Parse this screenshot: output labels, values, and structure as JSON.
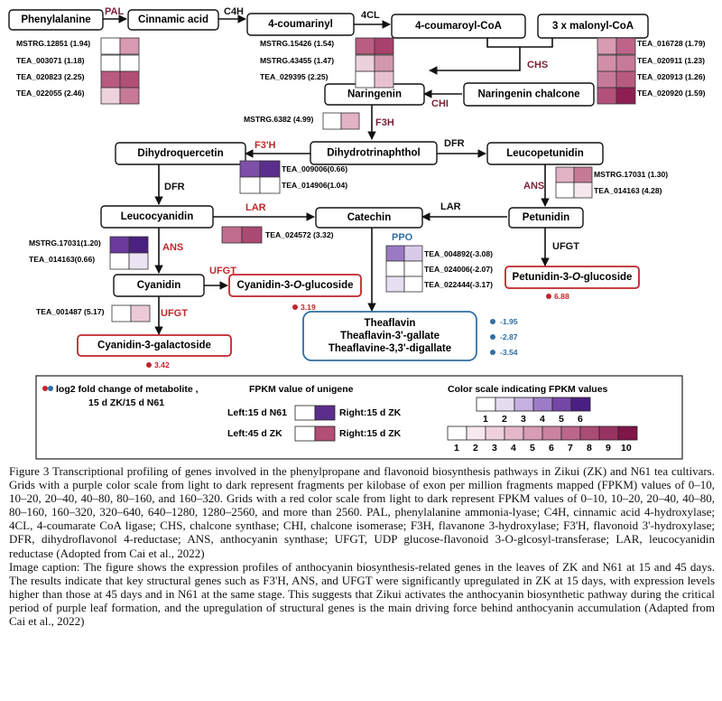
{
  "nodes": {
    "phe": "Phenylalanine",
    "cin": "Cinnamic acid",
    "cou": "4-coumarinyl",
    "coa": "4-coumaroyl-CoA",
    "mal": "3 x malonyl-CoA",
    "nar": "Naringenin",
    "chal": "Naringenin chalcone",
    "dhq": "Dihydroquercetin",
    "dht": "Dihydrotrinaphthol",
    "leucp": "Leucopetunidin",
    "leucc": "Leucocyanidin",
    "cat": "Catechin",
    "pet": "Petunidin",
    "cya": "Cyanidin",
    "cyaglc_pre": "Cyanidin-3-",
    "cyaglc_o": "O",
    "cyaglc_post": "-glucoside",
    "petglc_pre": "Petunidin-3-",
    "petglc_o": "O",
    "petglc_post": "-glucoside",
    "cyagal": "Cyanidin-3-galactoside",
    "thea1": "Theaflavin",
    "thea2": "Theaflavin-3'-gallate",
    "thea3": "Theaflavine-3,3'-digallate"
  },
  "enzymes": {
    "pal": "PAL",
    "c4h": "C4H",
    "cl4": "4CL",
    "chs": "CHS",
    "chi": "CHI",
    "f3h": "F3H",
    "f3ph": "F3'H",
    "dfr1": "DFR",
    "dfr2": "DFR",
    "ans1": "ANS",
    "ans2": "ANS",
    "lar1": "LAR",
    "lar2": "LAR",
    "ppo": "PPO",
    "ufgt1": "UFGT",
    "ufgt2": "UFGT",
    "ufgt3": "UFGT"
  },
  "genes": {
    "g1": "MSTRG.12851 (1.94)",
    "g2": "TEA_003071 (1.18)",
    "g3": "TEA_020823 (2.25)",
    "g4": "TEA_022055 (2.46)",
    "g5": "MSTRG.15426 (1.54)",
    "g6": "MSTRG.43455 (1.47)",
    "g7": "TEA_029395 (2.25)",
    "g8": "TEA_016728 (1.79)",
    "g9": "TEA_020911 (1.23)",
    "g10": "TEA_020913 (1.26)",
    "g11": "TEA_020920 (1.59)",
    "g12": "MSTRG.6382 (4.99)",
    "g13": "TEA_009006(0.66)",
    "g14": "TEA_014906(1.04)",
    "g15": "MSTRG.17031 (1.30)",
    "g16": "TEA_014163 (4.28)",
    "g17": "MSTRG.17031(1.20)",
    "g18": "TEA_014163(0.66)",
    "g19": "TEA_024572 (3.32)",
    "g20": "TEA_004892(-3.08)",
    "g21": "TEA_024006(-2.07)",
    "g22": "TEA_022444(-3.17)",
    "g23": "TEA_001487 (5.17)"
  },
  "metabolites": {
    "cyaglc": "3.19",
    "petglc": "6.88",
    "cyagal": "3.42",
    "thea1": "-1.95",
    "thea2": "-2.87",
    "thea3": "-3.54"
  },
  "colors": {
    "red_outline": "#c0262b",
    "blue_outline": "#2f6fa3",
    "dot_red": "#c0262b",
    "dot_blue": "#2f6fa3",
    "enzyme_red": "#7a1f35",
    "enzyme_blue": "#2f6fa3"
  },
  "legend": {
    "metab_title_1": "log2 fold change of metabolite ,",
    "metab_title_2": "15 d ZK/15 d N61",
    "fpkm_title": "FPKM value of unigene",
    "left1": "Left:15 d N61",
    "right1": "Right:15 d ZK",
    "left2": "Left:45 d ZK",
    "right2": "Right:15 d ZK",
    "scale_title": "Color scale indicating FPKM values",
    "purple_scale": [
      "1",
      "2",
      "3",
      "4",
      "5",
      "6"
    ],
    "red_scale": [
      "1",
      "2",
      "3",
      "4",
      "5",
      "6",
      "7",
      "8",
      "9",
      "10"
    ]
  },
  "caption": {
    "fig": "Figure 3 Transcriptional profiling of genes involved in the phenylpropane and flavonoid biosynthesis pathways in Zikui (ZK) and N61 tea cultivars. Grids with a purple color scale from light to dark represent fragments per kilobase of exon per million fragments mapped (FPKM) values of 0–10, 10–20, 20–40, 40–80, 80–160, and 160–320. Grids with a red color scale from light to dark represent FPKM values of 0–10, 10–20, 20–40, 40–80, 80–160, 160–320, 320–640, 640–1280, 1280–2560, and more than 2560. PAL, phenylalanine ammonia-lyase; C4H, cinnamic acid 4-hydroxylase; 4CL, 4-coumarate CoA ligase; CHS, chalcone synthase; CHI, chalcone isomerase; F3H, flavanone 3-hydroxylase; F3'H, flavonoid 3'-hydroxylase; DFR, dihydroflavonol 4-reductase; ANS, anthocyanin synthase; UFGT, UDP glucose-flavonoid 3-O-glcosyl-transferase; LAR, leucocyanidin reductase (Adopted from Cai et al., 2022)",
    "img": "Image caption: The figure shows the expression profiles of anthocyanin biosynthesis-related genes in the leaves of ZK and N61 at 15 and 45 days. The results indicate that key structural genes such as F3'H, ANS, and UFGT were significantly upregulated in ZK at 15 days, with expression levels higher than those at 45 days and in N61 at the same stage. This suggests that Zikui activates the anthocyanin biosynthetic pathway during the critical period of purple leaf formation, and the upregulation of structural genes is the main driving force behind anthocyanin accumulation (Adapted from Cai et al., 2022)"
  }
}
